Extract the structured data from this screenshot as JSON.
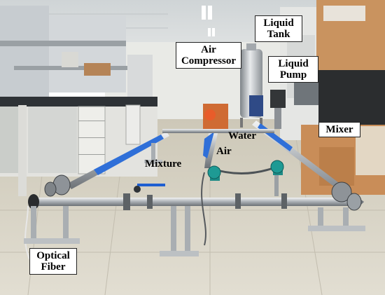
{
  "labels": {
    "liquid_tank": [
      "Liquid",
      "Tank"
    ],
    "air_compressor": [
      "Air",
      "Compressor"
    ],
    "liquid_pump": [
      "Liquid",
      "Pump"
    ],
    "mixer": "Mixer",
    "optical_fiber": [
      "Optical",
      "Fiber"
    ],
    "water": "Water",
    "air": "Air",
    "mixture": "Mixture"
  },
  "colors": {
    "floor": "#d8d4c6",
    "ceiling": "#d6dadb",
    "pipe_steel": "#c9ccd0",
    "blue_sleeve": "#2f6fd8",
    "cabinet": "#e6e6e2",
    "box_cardboard": "#c98d58"
  }
}
